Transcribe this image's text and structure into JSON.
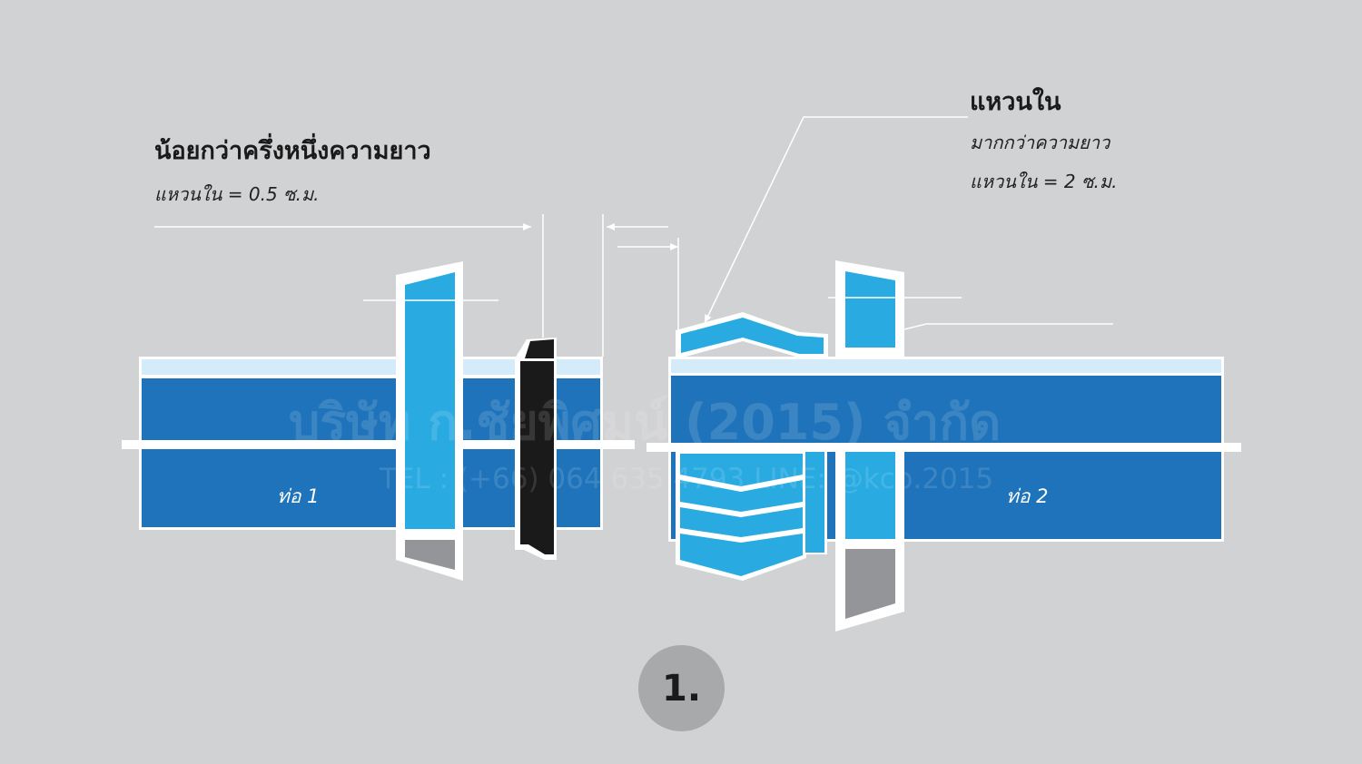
{
  "left": {
    "title": "น้อยกว่าครึ่งหนึ่งความยาว",
    "subtitle": "แหวนใน = 0.5 ซ.ม.",
    "pipe_label": "ท่อ 1"
  },
  "right": {
    "title": "แหวนใน",
    "line1": "มากกว่าความยาว",
    "line2": "แหวนใน = 2 ซ.ม.",
    "pipe_label": "ท่อ 2"
  },
  "watermark": {
    "company": "บริษัท ก.ชัยพิศมน์ (2015) จำกัด",
    "contact": "TEL : (+66) 064 635 4793 LINE: @kcp.2015"
  },
  "step_number": "1.",
  "colors": {
    "background": "#d1d2d4",
    "pipe_dark": "#1e73bb",
    "pipe_light": "#d4ecfa",
    "ring_cyan": "#29abe2",
    "gasket_black": "#1a1a1a",
    "gasket_gray": "#939598"
  }
}
